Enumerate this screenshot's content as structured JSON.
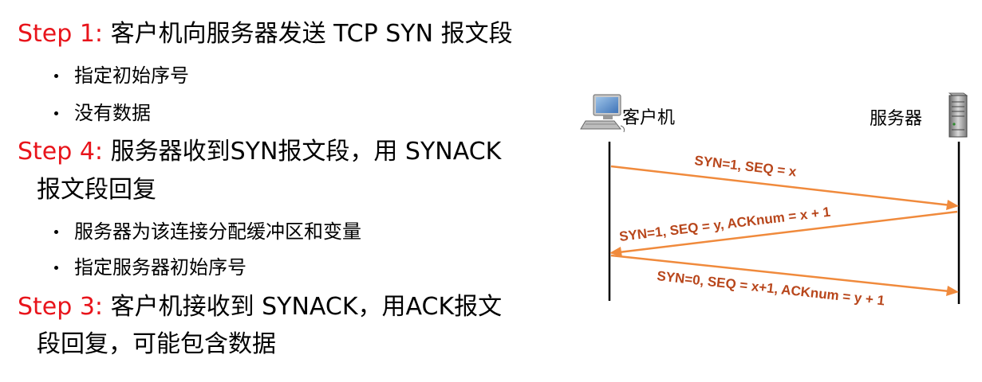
{
  "steps": [
    {
      "prefix": "Step 1:",
      "desc": " 客户机向服务器发送 TCP SYN 报文段",
      "bullets": [
        "指定初始序号",
        "没有数据"
      ]
    },
    {
      "prefix": "Step 4:",
      "desc": " 服务器收到SYN报文段，用 SYNACK",
      "cont": "报文段回复",
      "bullets": [
        "服务器为该连接分配缓冲区和变量",
        "指定服务器初始序号"
      ]
    },
    {
      "prefix": "Step 3:",
      "desc": " 客户机接收到 SYNACK，用ACK报文",
      "cont": "段回复，可能包含数据",
      "bullets": []
    }
  ],
  "diagram": {
    "client_label": "客户机",
    "server_label": "服务器",
    "messages": [
      "SYN=1, SEQ = x",
      "SYN=1, SEQ = y, ACKnum = x + 1",
      "SYN=0, SEQ = x+1, ACKnum = y + 1"
    ],
    "arrow_color": "#f08a3c",
    "label_color": "#b8461b"
  }
}
